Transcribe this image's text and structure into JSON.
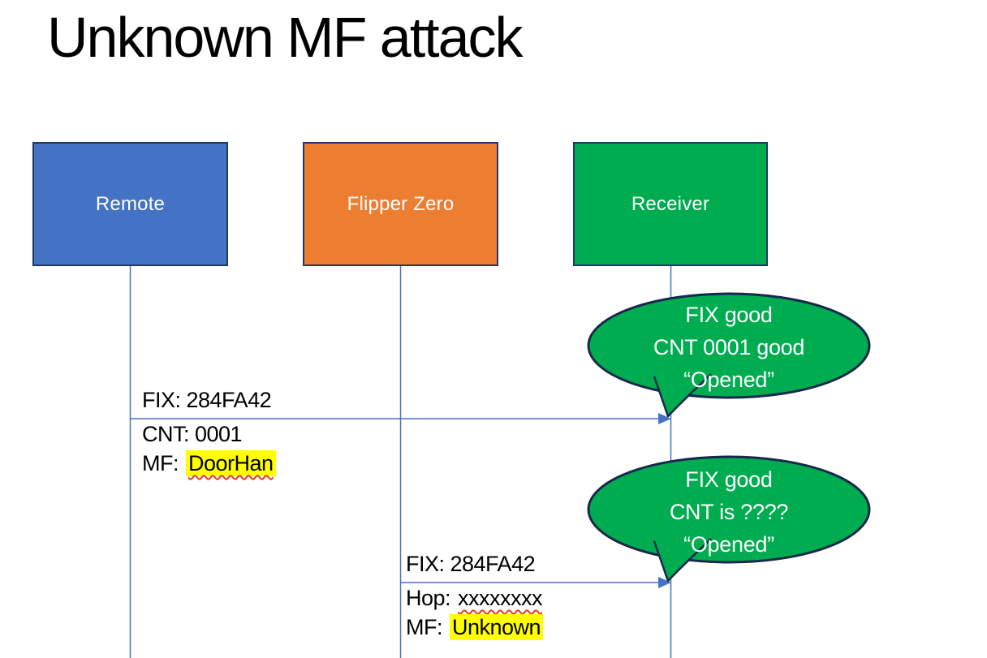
{
  "title": "Unknown MF attack",
  "actors": [
    {
      "id": "remote",
      "label": "Remote",
      "color": "#4472C4"
    },
    {
      "id": "flipper-zero",
      "label": "Flipper Zero",
      "color": "#ED7D31"
    },
    {
      "id": "receiver",
      "label": "Receiver",
      "color": "#00AC50"
    }
  ],
  "messages": [
    {
      "from": "remote",
      "to": "receiver",
      "above": "FIX: 284FA42",
      "line2": "CNT: 0001",
      "line3_prefix": "MF:",
      "line3_value": "DoorHan"
    },
    {
      "from": "flipper-zero",
      "to": "receiver",
      "above": "FIX: 284FA42",
      "line2_prefix": "Hop:",
      "line2_value": "xxxxxxxx",
      "line3_prefix": "MF:",
      "line3_value": "Unknown"
    }
  ],
  "bubbles": [
    {
      "lines": [
        "FIX good",
        "CNT 0001 good",
        "“Opened”"
      ]
    },
    {
      "lines": [
        "FIX good",
        "CNT is ????",
        "“Opened”"
      ]
    }
  ],
  "colors": {
    "actor-blue": "#4472C4",
    "actor-orange": "#ED7D31",
    "actor-green": "#00AC50",
    "shape-border": "#1F3864",
    "connector-blue": "#4472C4",
    "bubble-green": "#00AC50",
    "bubble-border": "#17284C",
    "highlight-yellow": "#FFFF00",
    "spellcheck-red": "#E8352B",
    "text-white": "#FFFFFF",
    "text-black": "#000000"
  }
}
